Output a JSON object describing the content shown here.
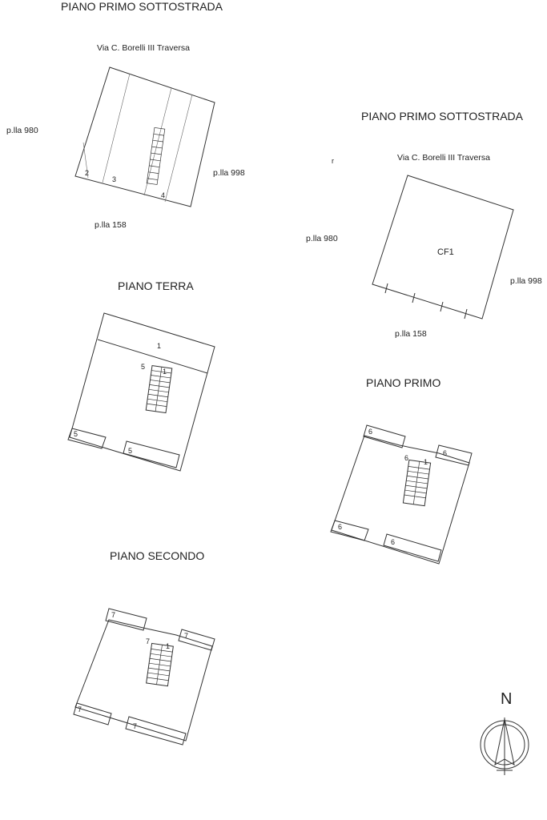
{
  "labels": {
    "top_left_level": "PIANO PRIMO SOTTOSTRADA",
    "top_left_street": "Via C. Borelli III Traversa",
    "top_left_west": "p.lla 980",
    "top_left_east": "p.lla 998",
    "top_left_south": "p.lla 158",
    "right_level": "PIANO PRIMO SOTTOSTRADA",
    "right_street": "Via C. Borelli III Traversa",
    "right_west": "p.lla 980",
    "right_east": "p.lla 998",
    "right_south": "p.lla 158",
    "right_unit": "CF1",
    "stray_mark": "r",
    "terra_level": "PIANO TERRA",
    "primo_level": "PIANO PRIMO",
    "secondo_level": "PIANO SECONDO",
    "north": "N"
  },
  "numbers": {
    "sotto_1": "2",
    "sotto_2": "3",
    "sotto_3": "4",
    "terra_main": "1",
    "terra_stair_left": "5",
    "terra_stair_right": "1",
    "terra_balcony_left": "5",
    "terra_balcony_right": "5",
    "primo_top_left": "6",
    "primo_top_right": "6",
    "primo_stair_left": "6",
    "primo_stair_right": "1",
    "primo_bottom_left": "6",
    "primo_bottom_right": "6",
    "secondo_top_left": "7",
    "secondo_top_right": "7",
    "secondo_stair_left": "7",
    "secondo_stair_right": "1",
    "secondo_bottom_left": "7",
    "secondo_bottom_right": "7"
  }
}
